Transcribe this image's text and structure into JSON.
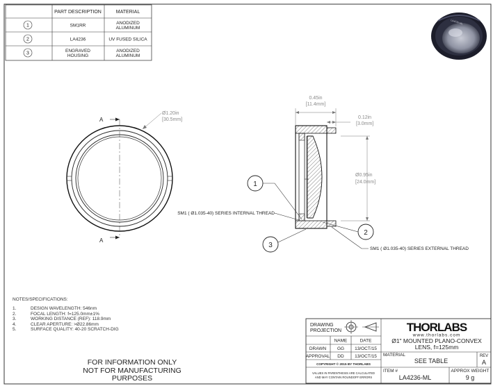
{
  "bom_table": {
    "headers": [
      "PART DESCRIPTION",
      "MATERIAL"
    ],
    "rows": [
      {
        "item": "1",
        "part": "SM1RR",
        "material": "ANODIZED ALUMINUM"
      },
      {
        "item": "2",
        "part": "LA4236",
        "material": "UV FUSED SILICA"
      },
      {
        "item": "3",
        "part": "ENGRAVED HOUSING",
        "material": "ANODIZED ALUMINUM"
      }
    ]
  },
  "front_view": {
    "section_label_top": "A",
    "section_label_bottom": "A",
    "outer_diameter_in": "Ø1.20in",
    "outer_diameter_mm": "[30.5mm]"
  },
  "section_view": {
    "width_in": "0.45in",
    "width_mm": "[11.4mm]",
    "step_in": "0.12in",
    "step_mm": "[3.0mm]",
    "inner_dia_in": "Ø0.95in",
    "inner_dia_mm": "[24.0mm]",
    "internal_thread": "SM1 ( Ø1.035-40) SERIES INTERNAL THREAD",
    "external_thread": "SM1 ( Ø1.035-40) SERIES EXTERNAL THREAD",
    "balloons": [
      "1",
      "2",
      "3"
    ]
  },
  "notes": {
    "header": "NOTES/SPECIFICATIONS:",
    "items": [
      {
        "num": "1.",
        "text": "DESIGN WAVELENGTH: 546nm"
      },
      {
        "num": "2.",
        "text": "FOCAL LENGTH: f=125.0mm±1%"
      },
      {
        "num": "3.",
        "text": "WORKING DISTANCE (REF): 118.9mm"
      },
      {
        "num": "4.",
        "text": "CLEAR APERTURE: >Ø22.86mm"
      },
      {
        "num": "5.",
        "text": "SURFACE QUALITY: 40-20 SCRATCH-DIG"
      }
    ]
  },
  "footer": {
    "line1": "FOR INFORMATION ONLY",
    "line2": "NOT FOR MANUFACTURING PURPOSES"
  },
  "title_block": {
    "drawing_projection": [
      "DRAWING",
      "PROJECTION"
    ],
    "name_header": "NAME",
    "date_header": "DATE",
    "drawn_label": "DRAWN",
    "drawn_name": "GG",
    "drawn_date": "13/OCT/15",
    "approval_label": "APPROVAL",
    "approval_name": "DD",
    "approval_date": "13/OCT/15",
    "copyright": "COPYRIGHT © 2015 BY THORLABS",
    "disclaimer": [
      "VALUES IN PARENTHESIS ARE CALCULATED",
      "AND MAY CONTAIN ROUNDOFF ERRORS"
    ],
    "logo": "THORLABS",
    "website": "www.thorlabs.com",
    "title": [
      "Ø1\" MOUNTED PLANO-CONVEX",
      "LENS, f=125mm"
    ],
    "material_label": "MATERIAL",
    "material_value": "SEE TABLE",
    "rev_label": "REV",
    "rev_value": "A",
    "item_label": "ITEM #",
    "item_value": "LA4236-ML",
    "weight_label": "APPROX WEIGHT",
    "weight_value": "9 g"
  }
}
